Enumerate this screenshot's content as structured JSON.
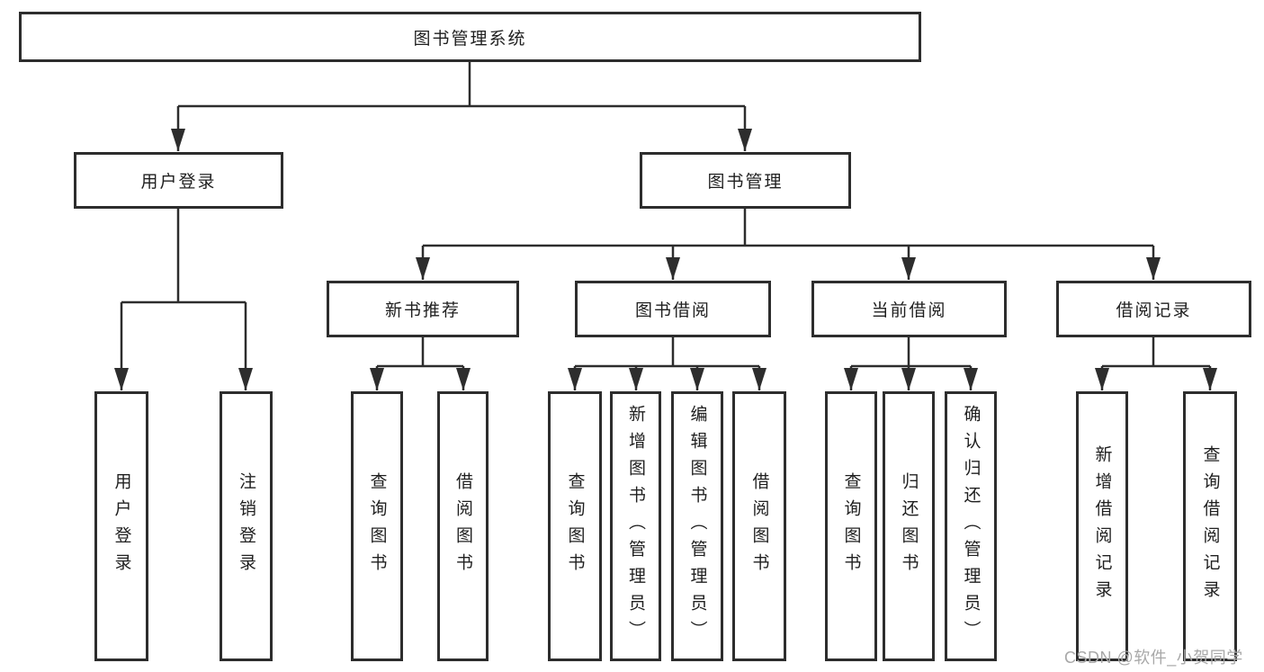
{
  "watermark": "CSDN @软件_小贺同学",
  "colors": {
    "line": "#2d2d2d",
    "box_border": "#2d2d2d",
    "text": "#1f1f1f",
    "watermark_text": "#a8a8a8",
    "background": "#ffffff"
  },
  "tree": {
    "label": "图书管理系统",
    "children": [
      {
        "label": "用户登录",
        "children": [
          {
            "label": "用户登录"
          },
          {
            "label": "注销登录"
          }
        ]
      },
      {
        "label": "图书管理",
        "children": [
          {
            "label": "新书推荐",
            "children": [
              {
                "label": "查询图书"
              },
              {
                "label": "借阅图书"
              }
            ]
          },
          {
            "label": "图书借阅",
            "children": [
              {
                "label": "查询图书"
              },
              {
                "label": "新增图书（管理员）"
              },
              {
                "label": "编辑图书（管理员）"
              },
              {
                "label": "借阅图书"
              }
            ]
          },
          {
            "label": "当前借阅",
            "children": [
              {
                "label": "查询图书"
              },
              {
                "label": "归还图书"
              },
              {
                "label": "确认归还（管理员）"
              }
            ]
          },
          {
            "label": "借阅记录",
            "children": [
              {
                "label": "新增借阅记录"
              },
              {
                "label": "查询借阅记录"
              }
            ]
          }
        ]
      }
    ]
  }
}
